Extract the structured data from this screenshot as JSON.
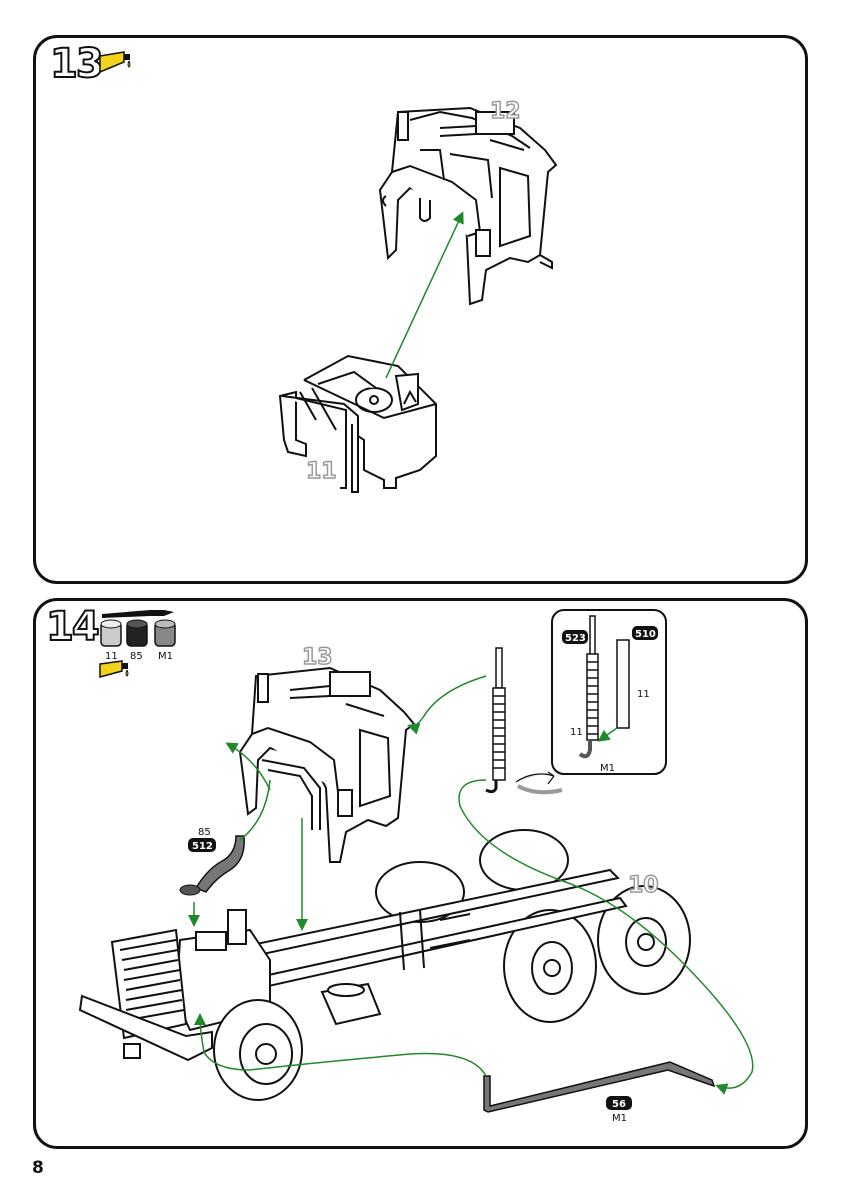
{
  "page_number": "8",
  "step13": {
    "number": "13",
    "icons": [
      "glue-tube-icon"
    ],
    "parts": {
      "cab": "12",
      "interior": "11"
    }
  },
  "step14": {
    "number": "14",
    "icons": [
      "paintbrush-icon",
      "glue-tube-icon"
    ],
    "paints": [
      "11",
      "85",
      "M1"
    ],
    "parts": {
      "cab_assembly": "13",
      "chassis": "10",
      "intake_pipe_badge": "512",
      "intake_pipe_paint": "85",
      "exhaust_badge": "523",
      "exhaust_paint_a": "11",
      "exhaust_paint_b": "M1",
      "heat_shield_badge": "510",
      "heat_shield_paint": "11",
      "bar_badge": "56",
      "bar_paint": "M1"
    }
  },
  "colors": {
    "arrow": "#1f8a2a",
    "glue": "#f2d21a",
    "badge": "#111111"
  }
}
